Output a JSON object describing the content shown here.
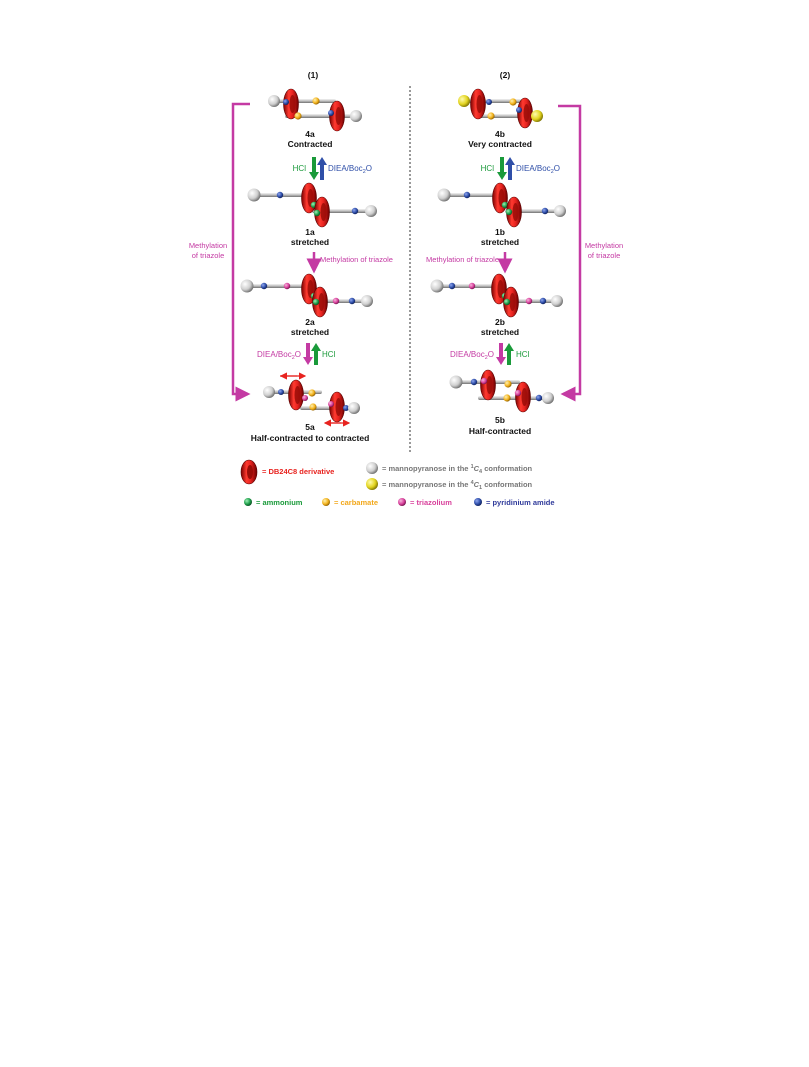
{
  "columns": {
    "left": "(1)",
    "right": "(2)"
  },
  "left": {
    "s4a_id": "4a",
    "s4a_state": "Contracted",
    "s1a_id": "1a",
    "s1a_state": "stretched",
    "s2a_id": "2a",
    "s2a_state": "stretched",
    "s5a_id": "5a",
    "s5a_state": "Half-contracted to contracted",
    "acid": "HCl",
    "base_pre": "DIEA/Boc",
    "base_sub": "2",
    "base_post": "O",
    "methylation": "Methylation of triazole",
    "bracket_line1": "Methylation",
    "bracket_line2": "of triazole"
  },
  "right": {
    "s4b_id": "4b",
    "s4b_state": "Very contracted",
    "s1b_id": "1b",
    "s1b_state": "stretched",
    "s2b_id": "2b",
    "s2b_state": "stretched",
    "s5b_id": "5b",
    "s5b_state": "Half-contracted",
    "acid": "HCl",
    "base_pre": "DIEA/Boc",
    "base_sub": "2",
    "base_post": "O",
    "methylation": "Methylation of triazole",
    "bracket_line1": "Methylation",
    "bracket_line2": "of triazole"
  },
  "legend": {
    "ring": "= DB24C8 derivative",
    "manno1_pre": "= mannopyranose in the ",
    "manno1_sup": "1",
    "manno1_it": "C",
    "manno1_sub": "4",
    "manno1_post": " conformation",
    "manno2_pre": "= mannopyranose in the ",
    "manno2_sup": "4",
    "manno2_it": "C",
    "manno2_sub": "1",
    "manno2_post": " conformation",
    "ammonium": "= ammonium",
    "carbamate": "= carbamate",
    "triazolium": "= triazolium",
    "pyridinium": "= pyridinium amide"
  },
  "colors": {
    "ring": "#e8231f",
    "ammonium": "#1e9e4a",
    "carbamate": "#f2b21c",
    "triazolium": "#d8409b",
    "pyridinium": "#2d4da8",
    "manno_grey": "#d2d2d2",
    "manno_yellow": "#e6dc22",
    "magenta_arrow": "#c43aa3",
    "green_arrow": "#1a9a3a",
    "blue_arrow": "#2f4fa8"
  }
}
